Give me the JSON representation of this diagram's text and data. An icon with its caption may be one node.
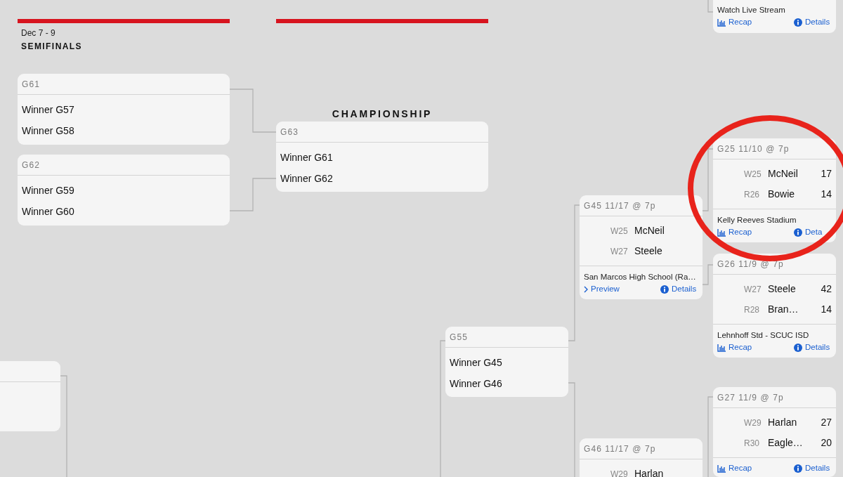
{
  "diagram": {
    "nodes": [
      {
        "text": [
          "Watch Live Stream",
          "Recap",
          "Details"
        ]
      },
      {
        "text": [
          "G61",
          "Winner G57",
          "Winner G58"
        ]
      },
      {
        "text": [
          "G63",
          "Winner G61",
          "Winner G62"
        ]
      },
      {
        "text": [
          "G25 11/10 @ 7p",
          "W25",
          "McNeil",
          "17",
          "R26",
          "Bowie",
          "14",
          "Kelly Reeves Stadium",
          "Recap",
          "Deta"
        ]
      },
      {
        "text": [
          "G62",
          "Winner G59",
          "Winner G60"
        ]
      },
      {
        "text": [
          "G45 11/17 @ 7p",
          "W25",
          "McNeil",
          "W27",
          "Steele",
          "San Marcos High School (Ra…",
          "Preview",
          "Details"
        ]
      },
      {
        "text": [
          "G26 11/9 @ 7p",
          "W27",
          "Steele",
          "42",
          "R28",
          "Bran…",
          "14",
          "Lehnhoff Std - SCUC ISD",
          "Recap",
          "Details"
        ]
      },
      {
        "text": [],
        "shape": "box"
      },
      {
        "text": [
          "G55",
          "Winner G45",
          "Winner G46"
        ]
      },
      {
        "text": [
          "G27 11/9 @ 7p",
          "W29",
          "Harlan",
          "27",
          "R30",
          "Eagle…",
          "20",
          "Recap",
          "Details"
        ]
      },
      {
        "text": [
          "G46 11/17 @ 7p",
          "W29",
          "Harlan"
        ]
      }
    ],
    "edges": [
      {
        "from": 1,
        "to": 2,
        "arrow": "none"
      },
      {
        "from": 4,
        "to": 2,
        "arrow": "none"
      },
      {
        "from": 3,
        "to": 5,
        "arrow": "none"
      },
      {
        "from": 6,
        "to": 5,
        "arrow": "none"
      },
      {
        "from": 5,
        "to": 8,
        "arrow": "none"
      },
      {
        "from": 10,
        "to": 8,
        "arrow": "none"
      },
      {
        "from": 9,
        "to": 10,
        "arrow": "none"
      },
      {
        "from": 0,
        "to": null,
        "arrow": "none"
      },
      {
        "from": 7,
        "to": null,
        "arrow": "none"
      },
      {
        "from": 8,
        "to": null,
        "arrow": "none"
      }
    ],
    "labels": [
      "Dec 7 - 9",
      "SEMIFINALS",
      "CHAMPIONSHIP"
    ]
  }
}
